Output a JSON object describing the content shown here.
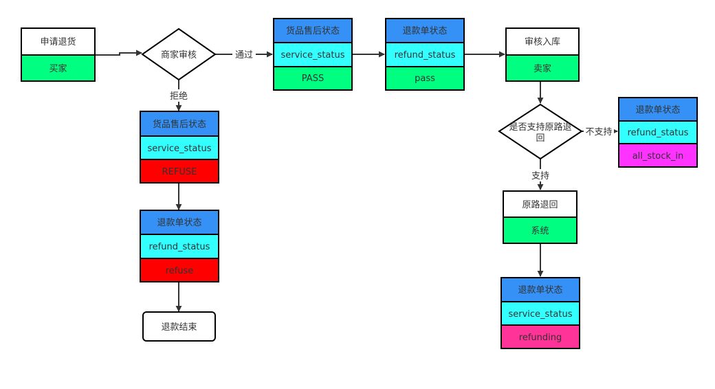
{
  "colors": {
    "header_blue": "#3591f6",
    "cyan": "#33ffff",
    "green": "#00ff80",
    "red": "#ff0000",
    "magenta": "#ff33ff",
    "pink": "#ff3398",
    "white": "#ffffff",
    "line": "#333333"
  },
  "nodes": {
    "apply_return": {
      "title": "申请退货",
      "actor": "买家"
    },
    "merchant_review": {
      "label": "商家审核"
    },
    "goods_pass": {
      "title": "货品售后状态",
      "field": "service_status",
      "value": "PASS"
    },
    "refund_pass": {
      "title": "退款单状态",
      "field": "refund_status",
      "value": "pass"
    },
    "audit_stock_in": {
      "title": "审核入库",
      "actor": "卖家"
    },
    "goods_refuse": {
      "title": "货品售后状态",
      "field": "service_status",
      "value": "REFUSE"
    },
    "refund_refuse": {
      "title": "退款单状态",
      "field": "refund_status",
      "value": "refuse"
    },
    "refund_end": {
      "label": "退款结束"
    },
    "original_route_check": {
      "label_line1": "是否支持原路退",
      "label_line2": "回"
    },
    "refund_all_stock_in": {
      "title": "退款单状态",
      "field": "refund_status",
      "value": "all_stock_in"
    },
    "original_route": {
      "title": "原路退回",
      "actor": "系统"
    },
    "refund_refunding": {
      "title": "退款单状态",
      "field": "service_status",
      "value": "refunding"
    }
  },
  "edge_labels": {
    "pass": "通过",
    "reject": "拒绝",
    "not_supported": "不支持",
    "supported": "支持"
  }
}
